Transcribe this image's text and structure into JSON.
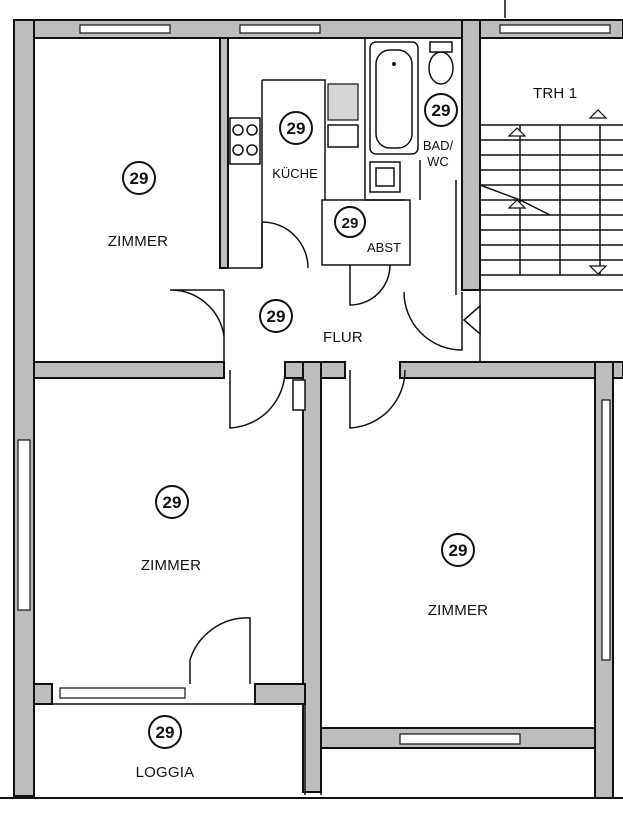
{
  "plan": {
    "stair_label": "TRH 1",
    "rooms": [
      {
        "id": "zimmer_nw",
        "name": "ZIMMER",
        "number": "29"
      },
      {
        "id": "kueche",
        "name": "KÜCHE",
        "number": "29"
      },
      {
        "id": "bad_wc",
        "name": "BAD/\nWC",
        "name_line1": "BAD/",
        "name_line2": "WC",
        "number": "29"
      },
      {
        "id": "abst",
        "name": "ABST",
        "number": "29"
      },
      {
        "id": "flur",
        "name": "FLUR",
        "number": "29"
      },
      {
        "id": "zimmer_sw",
        "name": "ZIMMER",
        "number": "29"
      },
      {
        "id": "zimmer_se",
        "name": "ZIMMER",
        "number": "29"
      },
      {
        "id": "loggia",
        "name": "LOGGIA",
        "number": "29"
      }
    ]
  }
}
